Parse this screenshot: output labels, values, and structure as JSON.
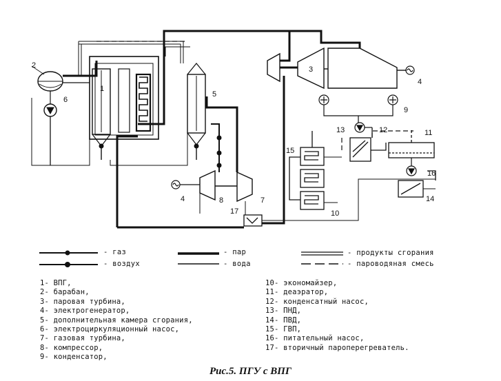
{
  "diagram": {
    "component_labels": [
      "1",
      "2",
      "3",
      "4",
      "4",
      "5",
      "6",
      "7",
      "8",
      "9",
      "10",
      "11",
      "12",
      "13",
      "14",
      "15",
      "16",
      "17"
    ]
  },
  "legend": {
    "gas": "- газ",
    "air": "- воздух",
    "steam": "- пар",
    "water": "- вода",
    "combustion_products": "- продукты сгорания",
    "steam_water_mixture": "- пароводяная смесь"
  },
  "key_left": [
    "1- ВПГ,",
    "2- барабан,",
    "3- паровая турбина,",
    "4- электрогенератор,",
    "5- дополнительная камера сгорания,",
    "6- электроциркуляционный насос,",
    "7- газовая турбина,",
    "8- компрессор,",
    "9- конденсатор,"
  ],
  "key_right": [
    "10- экономайзер,",
    "11- деаэратор,",
    "12- конденсатный насос,",
    "13- ПНД,",
    "14- ПВД,",
    "15- ГВП,",
    "16- питательный насос,",
    "17- вторичный пароперегреватель."
  ],
  "caption": "Рис.5. ПГУ с ВПГ"
}
